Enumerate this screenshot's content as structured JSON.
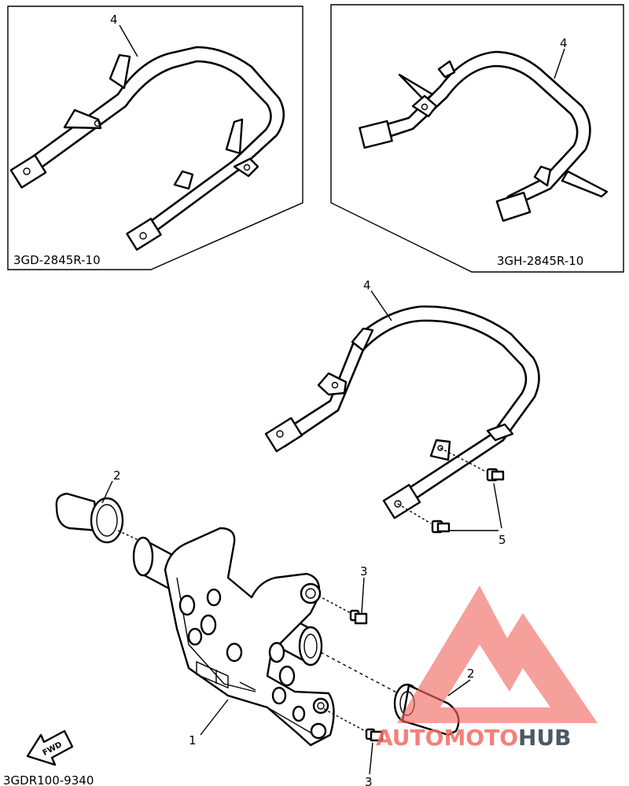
{
  "labels": {
    "inset_left_code": "3GD-2845R-10",
    "inset_right_code": "3GH-2845R-10",
    "footer_code": "3GDR100-9340",
    "fwd": "FWD",
    "callout_1": "1",
    "callout_2a": "2",
    "callout_2b": "2",
    "callout_3a": "3",
    "callout_3b": "3",
    "callout_4a": "4",
    "callout_4b": "4",
    "callout_4c": "4",
    "callout_5": "5"
  },
  "watermark": {
    "part1": "AUTOMOTO",
    "part2": "HUB",
    "color_primary": "#f26b63",
    "color_secondary": "#2e3b4a"
  }
}
